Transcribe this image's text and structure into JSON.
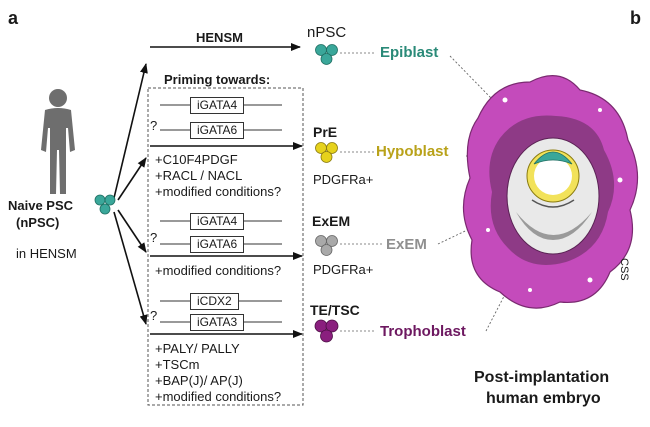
{
  "panels": {
    "a": "a",
    "b": "b"
  },
  "naive": {
    "title_line1": "Naive PSC",
    "title_line2": "(nPSC)",
    "medium": "in HENSM"
  },
  "top_arrow_label": "HENSM",
  "priming_title": "Priming towards:",
  "question_mark": "?",
  "groups": {
    "pre": {
      "genes": [
        "iGATA4",
        "iGATA6"
      ],
      "conditions": [
        "+C10F4PDGF",
        "+RACL / NACL",
        "+modified conditions?"
      ]
    },
    "exem": {
      "genes": [
        "iGATA4",
        "iGATA6"
      ],
      "conditions": [
        "+modified conditions?"
      ]
    },
    "te": {
      "genes": [
        "iCDX2",
        "iGATA3"
      ],
      "conditions": [
        "+PALY/ PALLY",
        "+TSCm",
        "+BAP(J)/ AP(J)",
        "+modified conditions?"
      ]
    }
  },
  "cells": {
    "npsc": {
      "label": "nPSC",
      "lineage": "Epiblast",
      "color": "#3aa79a",
      "lineage_color": "#2a8a78"
    },
    "pre": {
      "label": "PrE",
      "marker": "PDGFRa+",
      "lineage": "Hypoblast",
      "color": "#e6d21c",
      "lineage_color": "#b9a21a"
    },
    "exem": {
      "label": "ExEM",
      "marker": "PDGFRa+",
      "lineage": "ExEM",
      "color": "#a9a9a9",
      "lineage_color": "#8f8f8f"
    },
    "te": {
      "label": "TE/TSC",
      "lineage": "Trophoblast",
      "color": "#8a1f7e",
      "lineage_color": "#6d1860"
    }
  },
  "embryo": {
    "title_line1": "Post-implantation",
    "title_line2": "human embryo",
    "side_text": "CSS"
  },
  "colors": {
    "embryo_magenta": "#c44bbb",
    "embryo_dark": "#7a2a70",
    "arrow": "#111111"
  }
}
